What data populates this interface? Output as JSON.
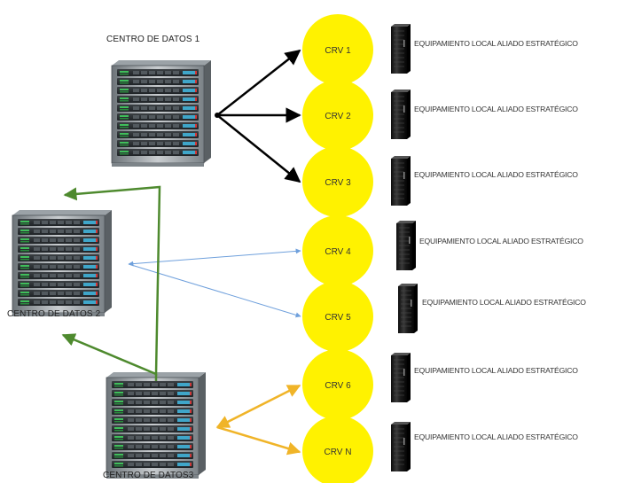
{
  "datacenters": [
    {
      "label": "CENTRO DE DATOS 1"
    },
    {
      "label": "CENTRO DE DATOS 2"
    },
    {
      "label": "CENTRO DE DATOS3"
    }
  ],
  "crv_nodes": [
    {
      "label": "CRV 1",
      "equipment_label": "EQUIPAMIENTO LOCAL ALIADO ESTRATÉGICO"
    },
    {
      "label": "CRV 2",
      "equipment_label": "EQUIPAMIENTO LOCAL ALIADO ESTRATÉGICO"
    },
    {
      "label": "CRV 3",
      "equipment_label": "EQUIPAMIENTO LOCAL ALIADO ESTRATÉGICO"
    },
    {
      "label": "CRV 4",
      "equipment_label": "EQUIPAMIENTO LOCAL ALIADO ESTRATÉGICO"
    },
    {
      "label": "CRV 5",
      "equipment_label": "EQUIPAMIENTO LOCAL ALIADO ESTRATÉGICO"
    },
    {
      "label": "CRV 6",
      "equipment_label": "EQUIPAMIENTO LOCAL ALIADO ESTRATÉGICO"
    },
    {
      "label": "CRV N",
      "equipment_label": "EQUIPAMIENTO LOCAL ALIADO ESTRATÉGICO"
    }
  ],
  "colors": {
    "crv_fill": "#FFF200",
    "dc1_links": "#000000",
    "dc2_links": "#6FA0DC",
    "dc3_links": "#F0B428",
    "inter_dc_links": "#4E8A2E",
    "rack": "#1A1A1A"
  },
  "icons": {
    "datacenter": "server-rack-stack-icon",
    "equipment": "server-cabinet-icon"
  }
}
